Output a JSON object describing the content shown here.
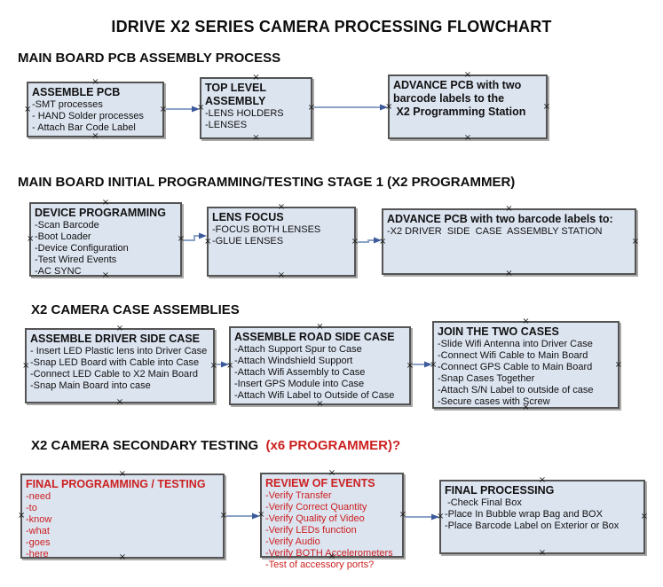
{
  "title": "IDRIVE X2  SERIES CAMERA PROCESSING FLOWCHART",
  "colors": {
    "box_fill": "#dce4f0",
    "box_border": "#545454",
    "arrow_line": "#8ba3c7",
    "arrow_head": "#3d5b9b",
    "red_text": "#cc2020"
  },
  "icons": {
    "connector_handle": "×"
  },
  "sections": [
    {
      "heading": "MAIN BOARD PCB ASSEMBLY PROCESS",
      "boxes": [
        {
          "title": "ASSEMBLE PCB",
          "items": [
            "-SMT processes",
            "- HAND Solder processes",
            "- Attach Bar Code Label"
          ]
        },
        {
          "title": "TOP LEVEL ASSEMBLY",
          "items": [
            "-LENS HOLDERS",
            "-LENSES"
          ]
        },
        {
          "title": "ADVANCE PCB with two barcode labels to the\n X2 Programming Station",
          "items": []
        }
      ]
    },
    {
      "heading": "MAIN BOARD INITIAL PROGRAMMING/TESTING STAGE 1 (X2 PROGRAMMER)",
      "boxes": [
        {
          "title": "DEVICE PROGRAMMING",
          "items": [
            "-Scan Barcode",
            "-Boot Loader",
            "-Device Configuration",
            "-Test Wired Events",
            "-AC SYNC"
          ]
        },
        {
          "title": "LENS FOCUS",
          "items": [
            "-FOCUS BOTH LENSES",
            "-GLUE LENSES"
          ]
        },
        {
          "title": "ADVANCE PCB with two barcode labels to:",
          "items": [
            "-X2 DRIVER  SIDE  CASE  ASSEMBLY STATION"
          ]
        }
      ]
    },
    {
      "heading": "X2 CAMERA CASE ASSEMBLIES",
      "boxes": [
        {
          "title": "ASSEMBLE DRIVER SIDE CASE",
          "items": [
            "- Insert LED Plastic lens into Driver Case",
            "-Snap LED Board with Cable into Case",
            "-Connect LED Cable to X2 Main Board",
            "-Snap Main Board into case"
          ]
        },
        {
          "title": "ASSEMBLE ROAD SIDE CASE",
          "items": [
            "-Attach Support Spur to Case",
            "-Attach Windshield Support",
            "-Attach Wifi Assembly to Case",
            "-Insert GPS Module into Case",
            "-Attach Wifi Label to Outside of Case"
          ]
        },
        {
          "title": "JOIN THE TWO CASES",
          "items": [
            "-Slide Wifi Antenna into Driver Case",
            "-Connect Wifi Cable to Main Board",
            "-Connect GPS Cable to Main Board",
            "-Snap Cases Together",
            "-Attach S/N Label to outside of case",
            "-Secure cases with Screw"
          ]
        }
      ]
    },
    {
      "heading": "X2 CAMERA SECONDARY TESTING ",
      "heading_suffix": " (x6 PROGRAMMER)?",
      "boxes": [
        {
          "title": "FINAL PROGRAMMING / TESTING",
          "items": [
            "-need",
            "-to",
            "-know",
            "-what",
            "-goes",
            "-here"
          ]
        },
        {
          "title": "REVIEW OF EVENTS",
          "items": [
            "-Verify Transfer",
            "-Verify Correct Quantity",
            "-Verify Quality of Video",
            "-Verify LEDs function",
            "-Verify Audio",
            "-Verify BOTH Accelerometers",
            "-Test of accessory ports?"
          ]
        },
        {
          "title": "FINAL PROCESSING",
          "items": [
            " -Check Final Box",
            "-Place In Bubble wrap Bag and BOX",
            "-Place Barcode Label on Exterior or Box"
          ]
        }
      ]
    }
  ]
}
